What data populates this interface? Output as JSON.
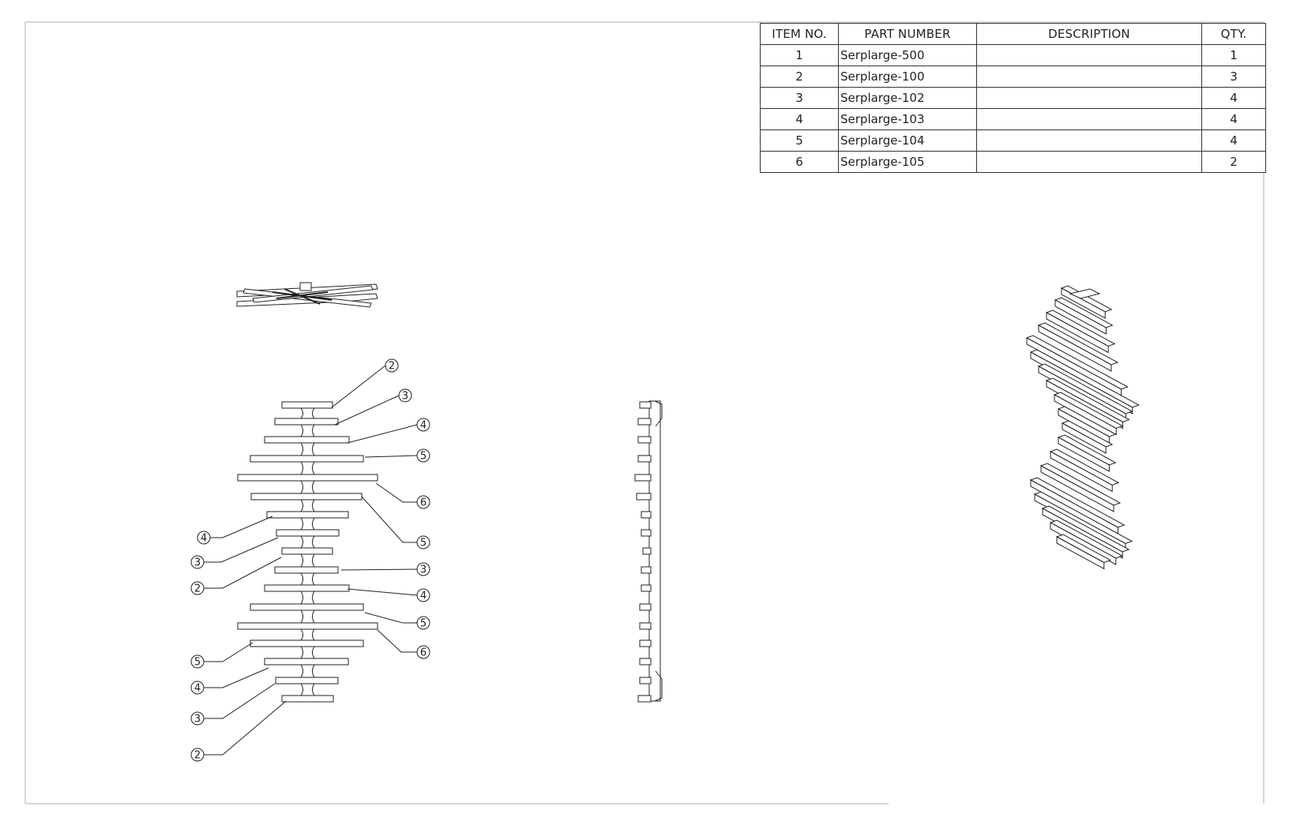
{
  "bom": {
    "headers": {
      "item": "ITEM NO.",
      "part": "PART NUMBER",
      "description": "DESCRIPTION",
      "qty": "QTY."
    },
    "rows": [
      {
        "item": "1",
        "part": "Serplarge-500",
        "description": "",
        "qty": "1"
      },
      {
        "item": "2",
        "part": "Serplarge-100",
        "description": "",
        "qty": "3"
      },
      {
        "item": "3",
        "part": "Serplarge-102",
        "description": "",
        "qty": "4"
      },
      {
        "item": "4",
        "part": "Serplarge-103",
        "description": "",
        "qty": "4"
      },
      {
        "item": "5",
        "part": "Serplarge-104",
        "description": "",
        "qty": "4"
      },
      {
        "item": "6",
        "part": "Serplarge-105",
        "description": "",
        "qty": "2"
      }
    ]
  },
  "balloons": {
    "b01": "2",
    "b02": "3",
    "b03": "4",
    "b04": "5",
    "b05": "6",
    "b06": "5",
    "b07": "4",
    "b08": "3",
    "b09": "2",
    "b10": "3",
    "b11": "4",
    "b12": "5",
    "b13": "6",
    "b14": "5",
    "b15": "4",
    "b16": "3",
    "b17": "2"
  },
  "colors": {
    "line": "#222222",
    "border": "#bbbbbb",
    "background": "#ffffff"
  }
}
